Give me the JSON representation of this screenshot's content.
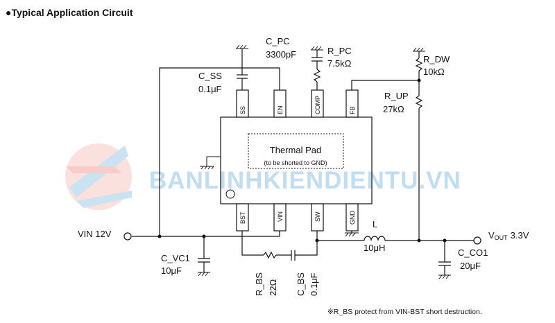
{
  "title": "●Typical Application Circuit",
  "chip": {
    "pad_title": "Thermal Pad",
    "pad_note": "(to be shorted to GND)",
    "pins_top": [
      "SS",
      "EN",
      "COMP",
      "FB"
    ],
    "pins_bottom": [
      "BST",
      "VIN",
      "SW",
      "GND"
    ]
  },
  "components": {
    "c_pc_name": "C_PC",
    "c_pc_value": "3300pF",
    "r_pc_name": "R_PC",
    "r_pc_value": "7.5kΩ",
    "c_ss_name": "C_SS",
    "c_ss_value": "0.1μF",
    "r_dw_name": "R_DW",
    "r_dw_value": "10kΩ",
    "r_up_name": "R_UP",
    "r_up_value": "27kΩ",
    "c_vc1_name": "C_VC1",
    "c_vc1_value": "10μF",
    "r_bs_name": "R_BS",
    "r_bs_value": "22Ω",
    "c_bs_name": "C_BS",
    "c_bs_value": "0.1μF",
    "l_name": "L",
    "l_value": "10μH",
    "c_co1_name": "C_CO1",
    "c_co1_value": "20μF"
  },
  "vin_label": "VIN 12V",
  "vout_prefix": "V",
  "vout_sub": "OUT",
  "vout_value": "3.3V",
  "footnote": "※R_BS protect from VIN-BST short destruction.",
  "watermark": "BANLINHKIENDIENTU.VN",
  "colors": {
    "ink": "#111111",
    "watermark_blue": "#8ec3e6",
    "watermark_red": "#f2a4a0"
  }
}
